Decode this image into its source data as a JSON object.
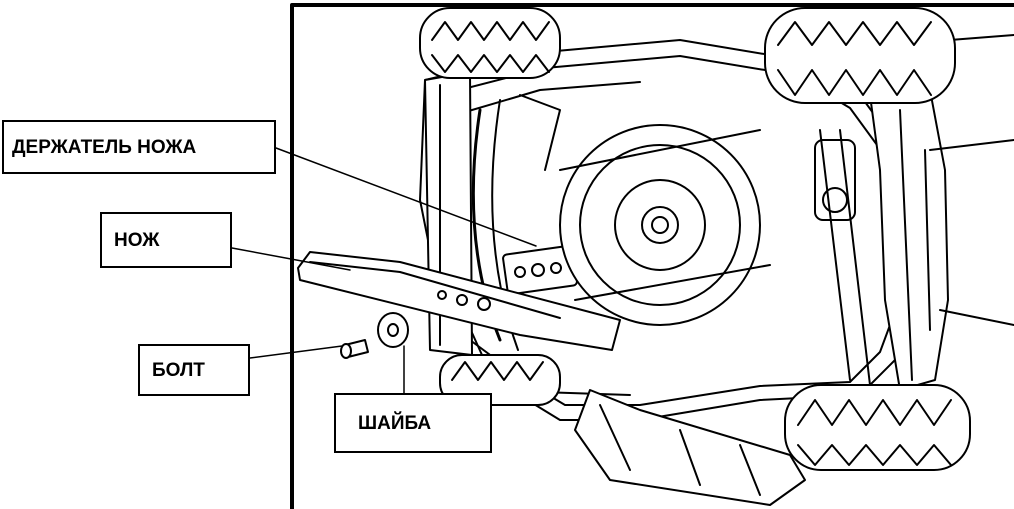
{
  "labels": {
    "blade_holder": "ДЕРЖАТЕЛЬ НОЖА",
    "blade": "НОЖ",
    "bolt": "БОЛТ",
    "washer": "ШАЙБА"
  },
  "colors": {
    "line": "#000000",
    "background": "#ffffff"
  }
}
